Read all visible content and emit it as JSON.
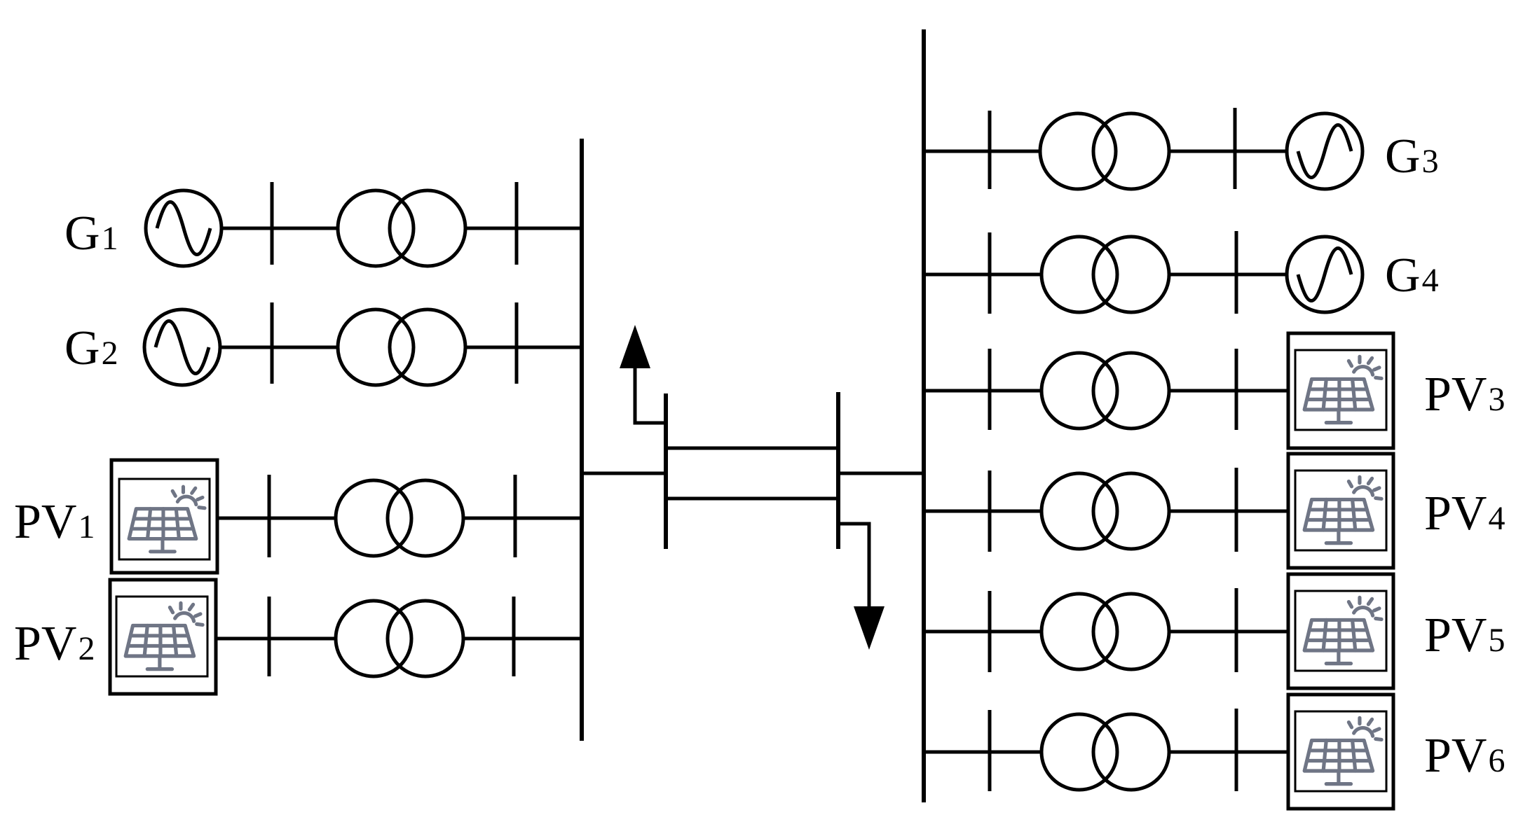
{
  "diagram": {
    "labels": {
      "g1": {
        "main": "G",
        "sub": "1"
      },
      "g2": {
        "main": "G",
        "sub": "2"
      },
      "g3": {
        "main": "G",
        "sub": "3"
      },
      "g4": {
        "main": "G",
        "sub": "4"
      },
      "pv1": {
        "main": "PV",
        "sub": "1"
      },
      "pv2": {
        "main": "PV",
        "sub": "2"
      },
      "pv3": {
        "main": "PV",
        "sub": "3"
      },
      "pv4": {
        "main": "PV",
        "sub": "4"
      },
      "pv5": {
        "main": "PV",
        "sub": "5"
      },
      "pv6": {
        "main": "PV",
        "sub": "6"
      }
    },
    "icons": {
      "generator": "ac-sine-wave-icon",
      "transformer": "two-winding-transformer-icon",
      "pv": "solar-panel-icon",
      "load": "load-arrow-icon"
    },
    "colors": {
      "line": "#000000",
      "pv_icon": "#6f7585"
    }
  }
}
